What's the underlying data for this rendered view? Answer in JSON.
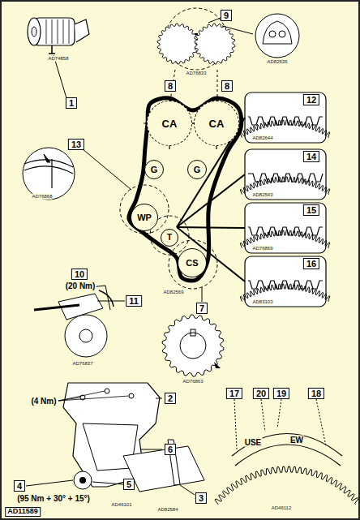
{
  "diagram": {
    "nodes": [
      {
        "text": [
          "CA"
        ]
      },
      {
        "text": [
          "CA"
        ]
      },
      {
        "text": [
          "G"
        ]
      },
      {
        "text": [
          "G"
        ]
      },
      {
        "text": [
          "WP"
        ]
      },
      {
        "text": [
          "T"
        ]
      },
      {
        "text": [
          "CS"
        ]
      }
    ],
    "labels": [
      "1",
      "AD74858",
      "9",
      "AD76833",
      "AD82536",
      "8",
      "8",
      "13",
      "AD76868",
      "12",
      "AD82644",
      "14",
      "AD82543",
      "15",
      "AD76869",
      "16",
      "AD83103",
      "AD82569",
      "7",
      "10",
      "(20 Nm)",
      "11",
      "AD76837",
      "AD76863",
      "(4 Nm)",
      "2",
      "6",
      "4",
      "5",
      "(95 Nm + 30° + 15°)",
      "AD46101",
      "3",
      "AD82584",
      "17",
      "20",
      "19",
      "18",
      "USE",
      "EW",
      "AD46112",
      "AD11589"
    ]
  }
}
